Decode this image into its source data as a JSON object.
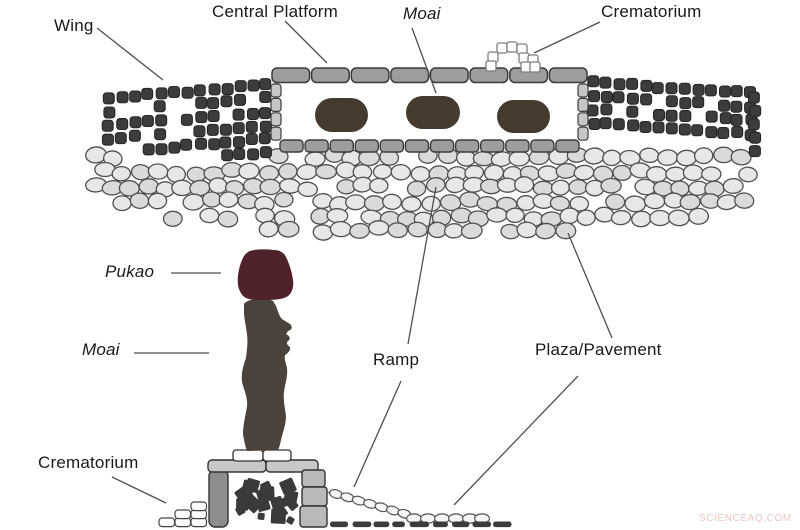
{
  "labels": {
    "wing": "Wing",
    "central_platform": "Central Platform",
    "moai_plan": "Moai",
    "crematorium_plan": "Crematorium",
    "pukao": "Pukao",
    "moai_side": "Moai",
    "crematorium_side": "Crematorium",
    "ramp": "Ramp",
    "plaza_pavement": "Plaza/Pavement"
  },
  "watermark": "SCIENCEAQ.COM",
  "colors": {
    "wing_stone": "#3c3c3c",
    "wing_stone_edge": "#242424",
    "platform_block": "#9d9d9d",
    "platform_block_edge": "#3b3b3b",
    "platform_side_block": "#c6c6c6",
    "moai_base": "#453a2e",
    "plaza_stone_fill": "#e7e7e7",
    "plaza_stone_fill_alt": "#dadada",
    "plaza_stone_stroke": "#4f4f4f",
    "crematorium_block": "#ffffff",
    "crematorium_block_edge": "#7d7d7d",
    "pukao": "#4f2129",
    "moai_statue": "#4b433b",
    "rubble": "#3a3a3a",
    "base_block_light": "#c8c8c8",
    "base_pillar": "#8d8d8d",
    "base_column": "#b9b9b9",
    "plinth": "#fdfdfd",
    "pavement_dark": "#3c3c3c",
    "ramp_oval": "#f6f6f6",
    "leader_line": "#4f4f4f",
    "label_text": "#1a1a1a",
    "watermark": "#f2c6c6"
  }
}
